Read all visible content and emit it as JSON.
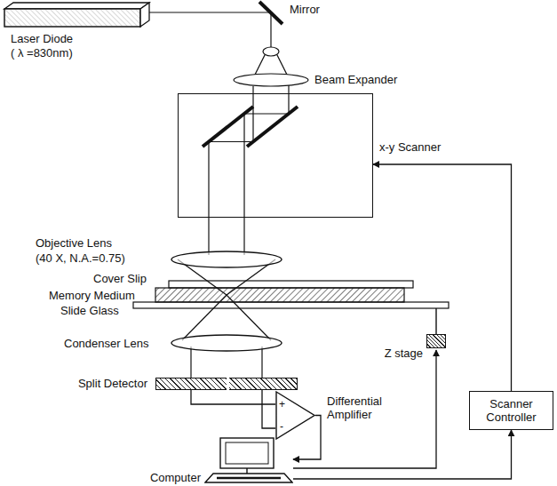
{
  "diagram": {
    "nodes": [
      {
        "text": [
          "x-y Scanner"
        ]
      },
      {
        "text": [
          "Scanner Controller"
        ]
      },
      {
        "text": [
          "Z stage"
        ]
      },
      {
        "text": [
          "Split Detector"
        ]
      },
      {
        "text": [
          "+",
          "-",
          "Differential Amplifier"
        ]
      },
      {
        "text": [
          "Computer"
        ]
      }
    ],
    "edges": [
      {
        "from": 1,
        "to": 0,
        "arrow": "to"
      },
      {
        "from": 5,
        "to": 1,
        "arrow": "to"
      },
      {
        "from": 5,
        "to": 2,
        "arrow": "to"
      },
      {
        "from": 4,
        "to": 5,
        "arrow": "to"
      },
      {
        "from": 3,
        "to": 4,
        "arrow": "none"
      },
      {
        "from": 3,
        "to": 4,
        "arrow": "none"
      }
    ],
    "labels": [
      "Laser Diode",
      "( λ =830nm)",
      "Mirror",
      "Beam Expander",
      "Objective Lens",
      "(40 X, N.A.=0.75)",
      "Cover Slip",
      "Memory Medium",
      "Slide Glass",
      "Condenser Lens"
    ]
  }
}
